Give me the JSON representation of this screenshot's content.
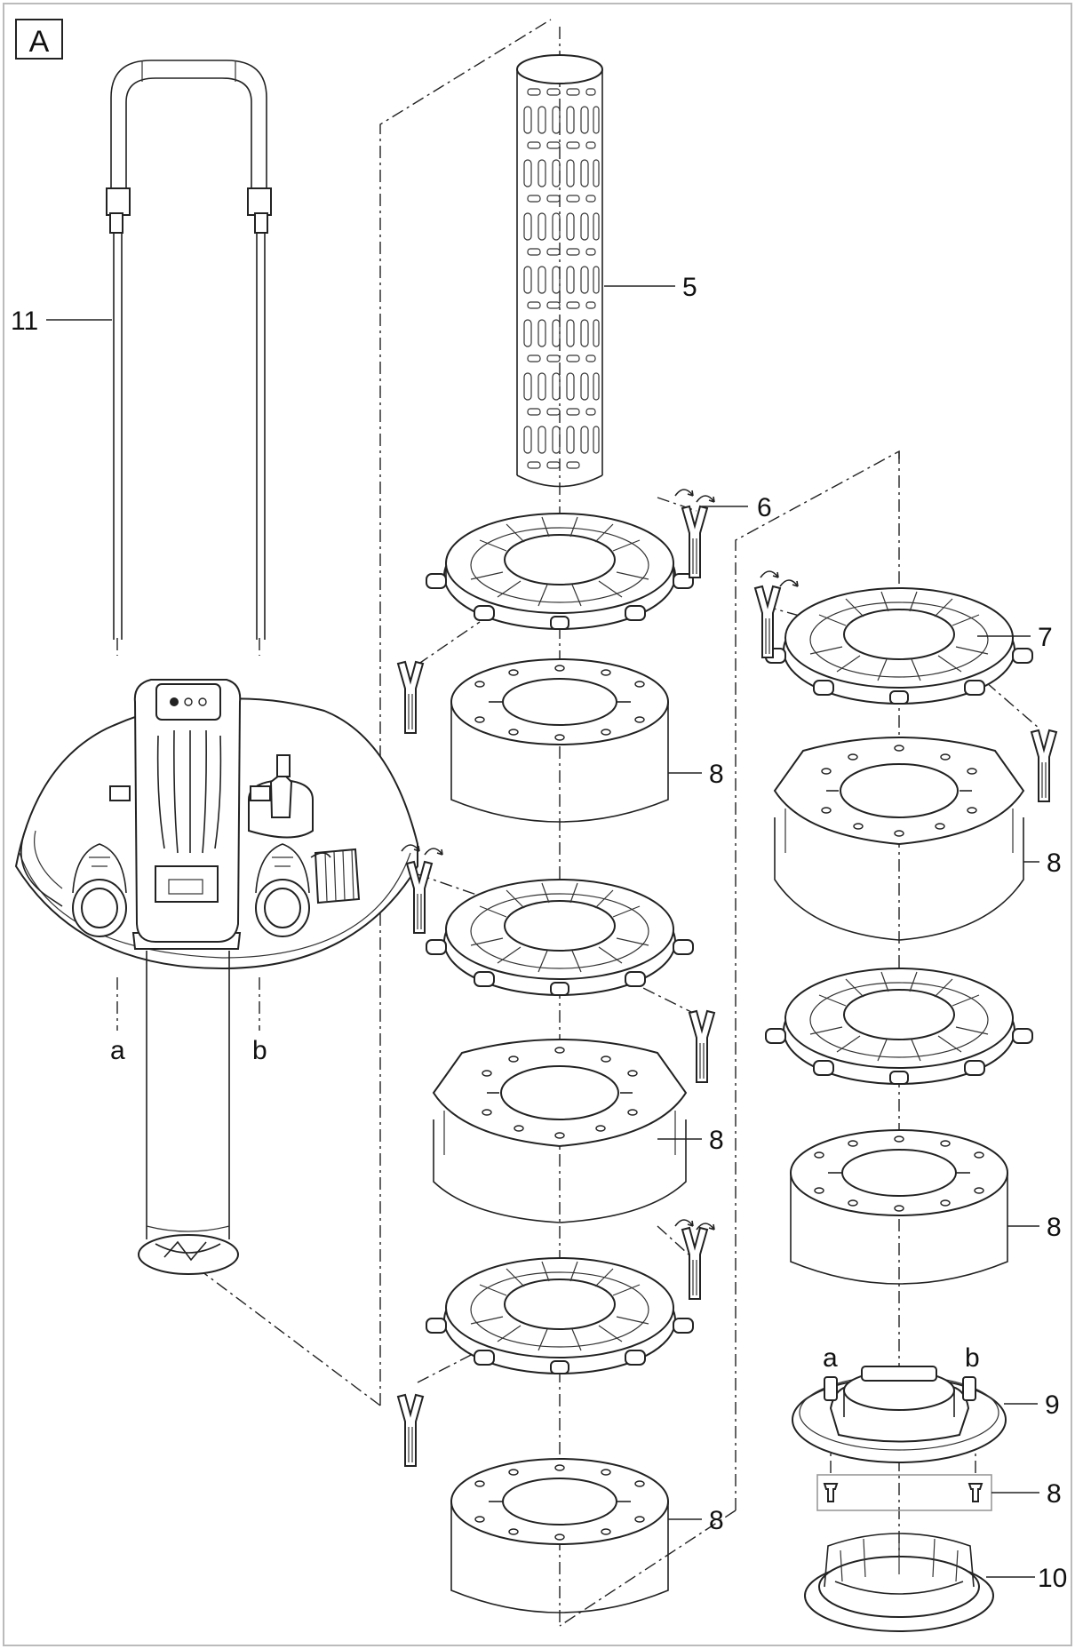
{
  "figure": {
    "panel_label": "A",
    "callouts": [
      {
        "id": "c11",
        "text": "11"
      },
      {
        "id": "c5",
        "text": "5"
      },
      {
        "id": "c6",
        "text": "6"
      },
      {
        "id": "c7",
        "text": "7"
      },
      {
        "id": "c8a",
        "text": "8"
      },
      {
        "id": "c8b",
        "text": "8"
      },
      {
        "id": "c8c",
        "text": "8"
      },
      {
        "id": "c8d",
        "text": "8"
      },
      {
        "id": "c8e",
        "text": "8"
      },
      {
        "id": "c8f",
        "text": "8"
      },
      {
        "id": "c9",
        "text": "9"
      },
      {
        "id": "c10",
        "text": "10"
      }
    ],
    "connection_labels": [
      {
        "id": "la",
        "text": "a"
      },
      {
        "id": "lb",
        "text": "b"
      },
      {
        "id": "la2",
        "text": "a"
      },
      {
        "id": "lb2",
        "text": "b"
      }
    ]
  }
}
